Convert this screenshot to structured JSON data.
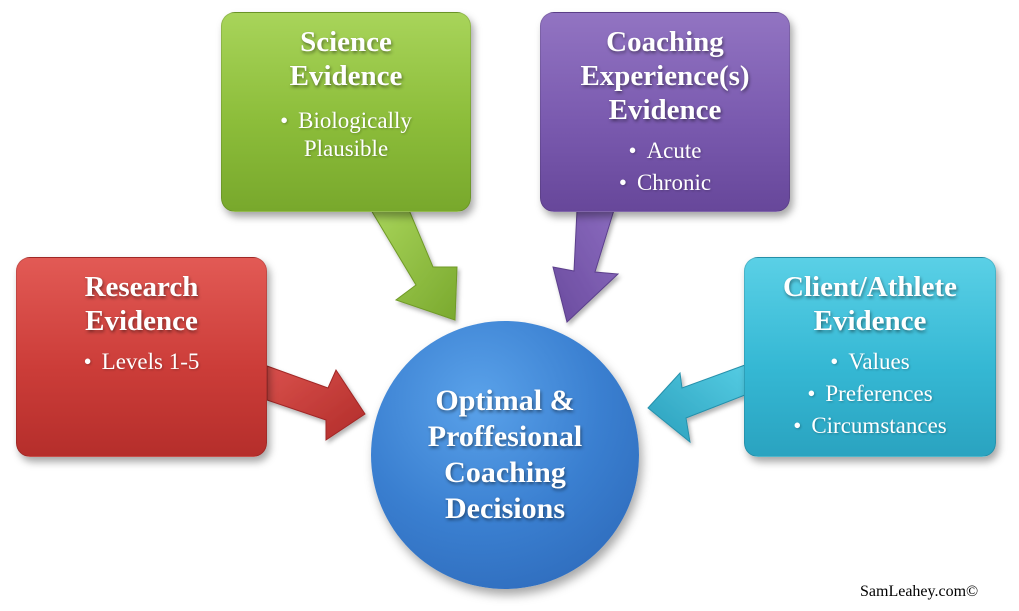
{
  "colors": {
    "science": "#8cbd3a",
    "coaching": "#7a5aaf",
    "research": "#cc3d39",
    "client": "#35b8d4",
    "center": "#3a7fd0"
  },
  "boxes": {
    "science": {
      "title": "Science\nEvidence",
      "items": [
        "Biologically Plausible"
      ]
    },
    "coaching": {
      "title": "Coaching\nExperience(s)\nEvidence",
      "items": [
        "Acute",
        "Chronic"
      ]
    },
    "research": {
      "title": "Research\nEvidence",
      "items": [
        "Levels 1-5"
      ]
    },
    "client": {
      "title": "Client/Athlete\nEvidence",
      "items": [
        "Values",
        "Preferences",
        "Circumstances"
      ]
    }
  },
  "center": {
    "title": "Optimal &\nProffesional\nCoaching\nDecisions"
  },
  "footer": {
    "copyright": "SamLeahey.com©"
  }
}
